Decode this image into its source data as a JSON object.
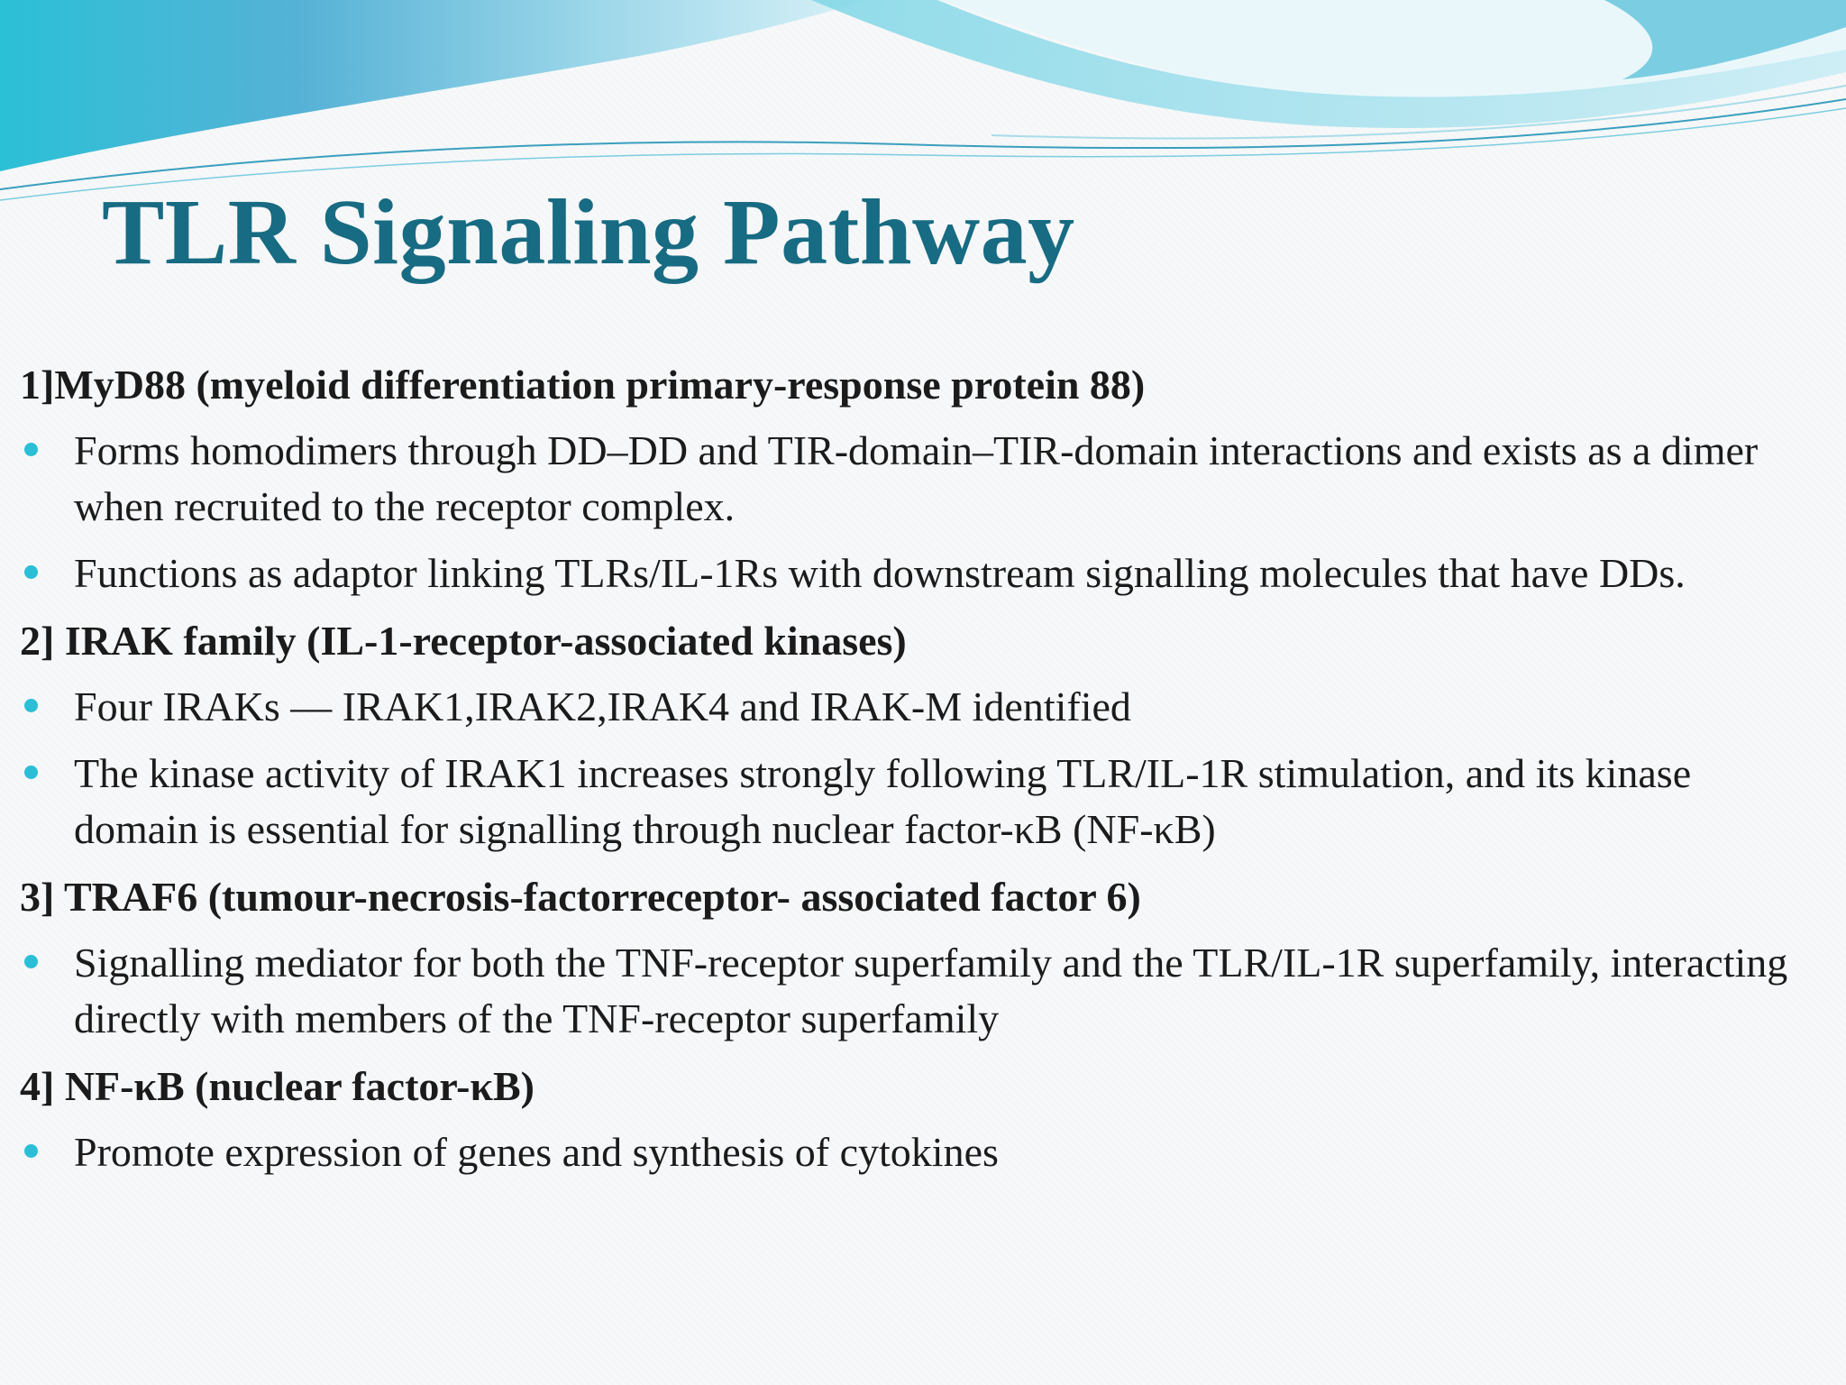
{
  "slide": {
    "title": "TLR Signaling Pathway",
    "sections": [
      {
        "heading": "1]MyD88 (myeloid differentiation primary-response protein 88)",
        "bullets": [
          " Forms homodimers through DD–DD and TIR-domain–TIR-domain interactions and exists as a dimer when recruited to the receptor complex.",
          " Functions as  adaptor linking TLRs/IL-1Rs with downstream signalling molecules that have DDs."
        ]
      },
      {
        "heading": "2] IRAK family (IL-1-receptor-associated kinases)",
        "bullets": [
          " Four IRAKs — IRAK1,IRAK2,IRAK4 and IRAK-M identified",
          "The kinase activity of IRAK1 increases strongly following TLR/IL-1R stimulation, and its kinase domain is essential for signalling through nuclear factor-κB (NF-κB)"
        ]
      },
      {
        "heading": "3] TRAF6 (tumour-necrosis-factorreceptor- associated factor 6)",
        "bullets": [
          " Signalling mediator for both the TNF-receptor superfamily and the TLR/IL-1R superfamily, interacting directly with members of the TNF-receptor superfamily"
        ]
      },
      {
        "heading": "4] NF-κB (nuclear factor-κB)",
        "bullets": [
          "Promote expression of genes and synthesis of cytokines"
        ]
      }
    ],
    "colors": {
      "title": "#176b82",
      "bullet": "#2bbfd7",
      "text": "#1b1b1b",
      "wave_light": "#bfe9f2",
      "wave_dark": "#3fb4d3"
    }
  }
}
